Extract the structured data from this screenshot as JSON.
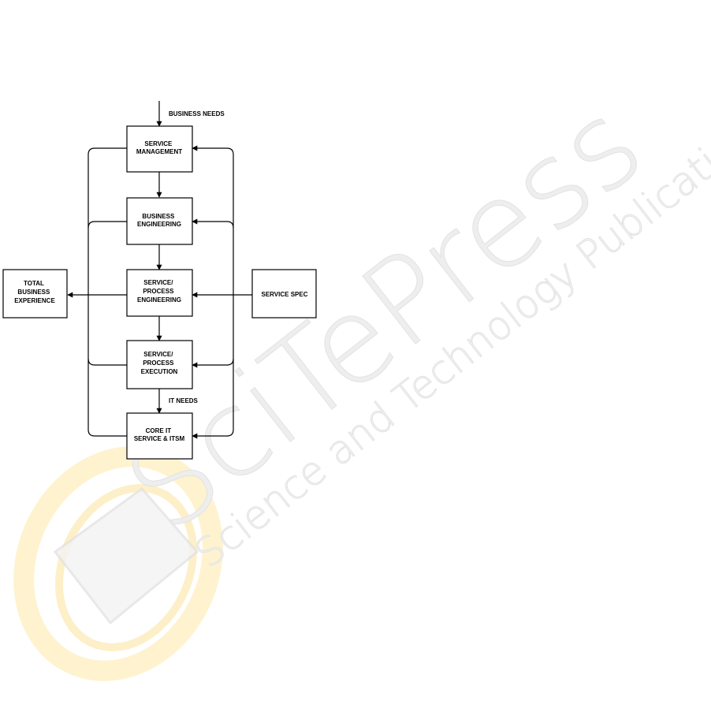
{
  "watermark": {
    "brand": "SciTePress",
    "tagline": "Science and Technology Publications",
    "text_color": "#d9d9d9",
    "logo_colors": [
      "#f7c948",
      "#fde9a6",
      "#eeeeee"
    ]
  },
  "diagram": {
    "line_color": "#000000",
    "box_fill": "#ffffff",
    "nodes": {
      "service_management": [
        "SERVICE",
        "MANAGEMENT"
      ],
      "business_engineering": [
        "BUSINESS",
        "ENGINEERING"
      ],
      "service_process_engineering": [
        "SERVICE/",
        "PROCESS",
        "ENGINEERING"
      ],
      "service_process_execution": [
        "SERVICE/",
        "PROCESS",
        "EXECUTION"
      ],
      "core_it": [
        "CORE IT",
        "SERVICE & ITSM"
      ],
      "total_business_experience": [
        "TOTAL",
        "BUSINESS",
        "EXPERIENCE"
      ],
      "service_spec": [
        "SERVICE SPEC"
      ]
    },
    "edge_labels": {
      "business_needs": "BUSINESS NEEDS",
      "it_needs": "IT NEEDS"
    }
  }
}
